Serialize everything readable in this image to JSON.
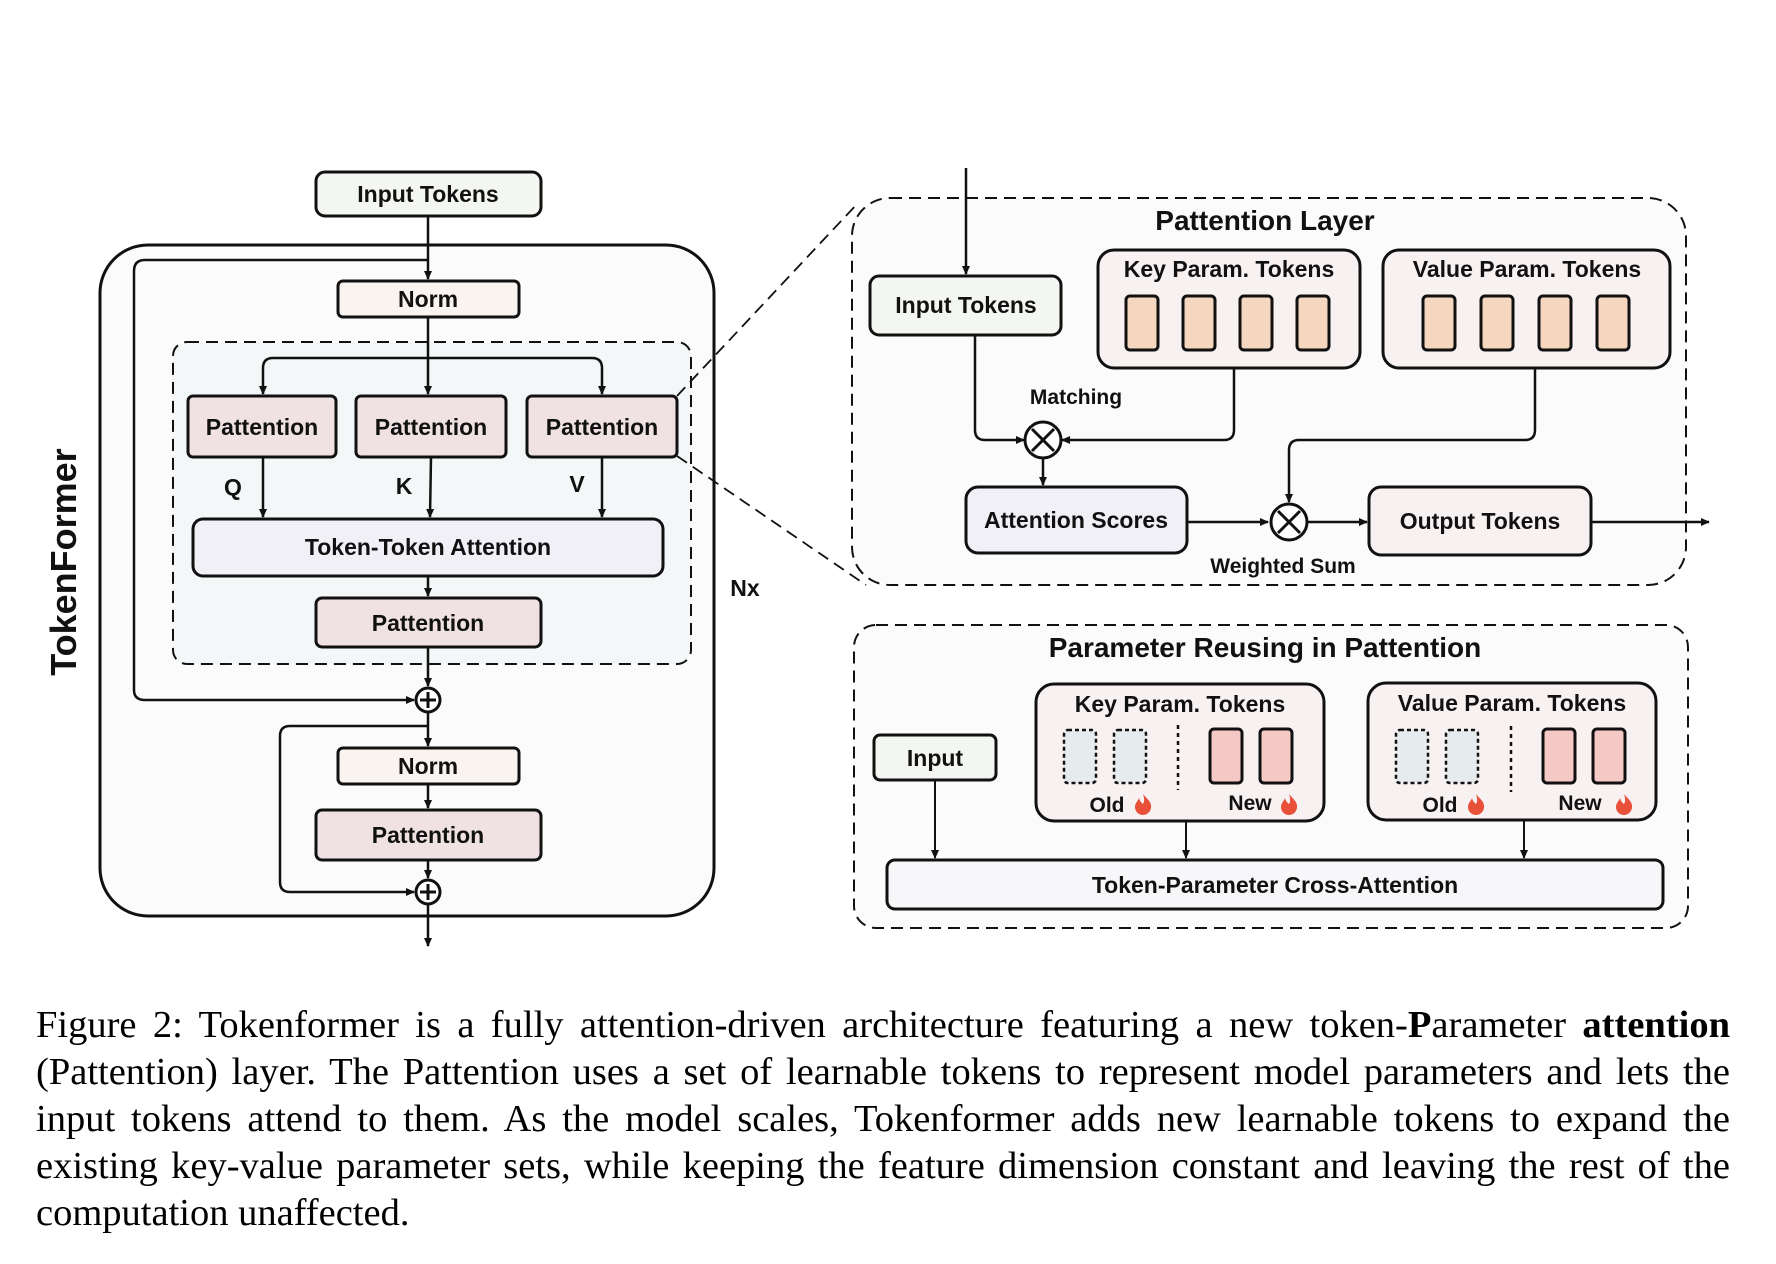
{
  "figure": {
    "side_label": "TokenFormer",
    "repeat_label": "Nx",
    "left_stack": {
      "input": "Input Tokens",
      "norm1": "Norm",
      "pattention_q": "Pattention",
      "pattention_k": "Pattention",
      "pattention_v": "Pattention",
      "q_label": "Q",
      "k_label": "K",
      "v_label": "V",
      "token_token_attention": "Token-Token Attention",
      "pattention_out": "Pattention",
      "norm2": "Norm",
      "pattention_ffn": "Pattention",
      "add_symbol": "⊕"
    },
    "pattention_layer": {
      "title": "Pattention Layer",
      "input": "Input Tokens",
      "key_params": {
        "title": "Key Param. Tokens",
        "count": 4
      },
      "value_params": {
        "title": "Value Param. Tokens",
        "count": 4
      },
      "matching_label": "Matching",
      "attention_scores": "Attention Scores",
      "weighted_sum_label": "Weighted Sum",
      "output": "Output Tokens",
      "multiply_symbol": "⊗"
    },
    "param_reuse": {
      "title": "Parameter Reusing in Pattention",
      "input": "Input",
      "key_params": {
        "title": "Key Param. Tokens",
        "old_label": "Old",
        "new_label": "New",
        "old_count": 2,
        "new_count": 2
      },
      "value_params": {
        "title": "Value Param. Tokens",
        "old_label": "Old",
        "new_label": "New",
        "old_count": 2,
        "new_count": 2
      },
      "cross_attention": "Token-Parameter Cross-Attention",
      "trainable_icon": "flame-icon"
    },
    "colors": {
      "input_fill": "#f4f7f1",
      "norm_fill": "#faf4f0",
      "pattention_fill": "#f0e2e2",
      "attention_fill": "#f0f0f6",
      "param_box_fill": "#f8f1f1",
      "param_token_fill": "#f5d7bf",
      "old_token_fill": "#e6ebee",
      "new_token_fill": "#f3c8c5",
      "flame": "#e8503a",
      "container_fill": "#fbfbfb",
      "inner_dashed_fill": "#f3f7f8"
    }
  },
  "caption": {
    "prefix": "Figure 2:  Tokenformer is a fully attention-driven architecture featuring a new token-",
    "bold_p": "P",
    "mid1": "arameter ",
    "bold_attention": "attention",
    "rest": " (Pattention) layer.  The Pattention uses a set of learnable tokens to represent model parameters and lets the input tokens attend to them.  As the model scales, Tokenformer adds new learnable tokens to expand the existing key-value parameter sets, while keeping the feature dimension constant and leaving the rest of the computation unaffected."
  }
}
